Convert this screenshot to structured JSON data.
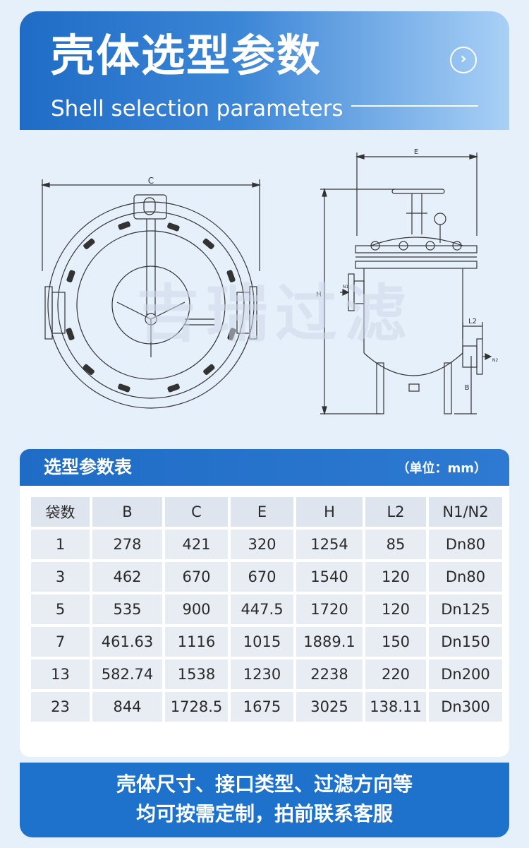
{
  "header": {
    "title": "壳体选型参数",
    "subtitle": "Shell selection parameters",
    "arrow": "chevron-right-icon"
  },
  "drawings": {
    "top_view_label_c": "C",
    "side_view_label_e": "E",
    "side_view_label_h": "H",
    "side_view_label_l2": "L2",
    "side_view_label_b": "B",
    "side_view_label_n1": "N1",
    "side_view_label_n2": "N2",
    "watermark": "吉瑞过滤"
  },
  "table": {
    "title": "选型参数表",
    "unit": "（单位：mm）",
    "columns": [
      "袋数",
      "B",
      "C",
      "E",
      "H",
      "L2",
      "N1/N2"
    ],
    "rows": [
      [
        "1",
        "278",
        "421",
        "320",
        "1254",
        "85",
        "Dn80"
      ],
      [
        "3",
        "462",
        "670",
        "670",
        "1540",
        "120",
        "Dn80"
      ],
      [
        "5",
        "535",
        "900",
        "447.5",
        "1720",
        "120",
        "Dn125"
      ],
      [
        "7",
        "461.63",
        "1116",
        "1015",
        "1889.1",
        "150",
        "Dn150"
      ],
      [
        "13",
        "582.74",
        "1538",
        "1230",
        "2238",
        "220",
        "Dn200"
      ],
      [
        "23",
        "844",
        "1728.5",
        "1675",
        "3025",
        "138.11",
        "Dn300"
      ]
    ]
  },
  "footer": {
    "line1": "壳体尺寸、接口类型、过滤方向等",
    "line2": "均可按需定制，拍前联系客服"
  },
  "colors": {
    "primary": "#1f6cc6",
    "background": "#e6f0fb",
    "cell": "#e8edf4"
  }
}
